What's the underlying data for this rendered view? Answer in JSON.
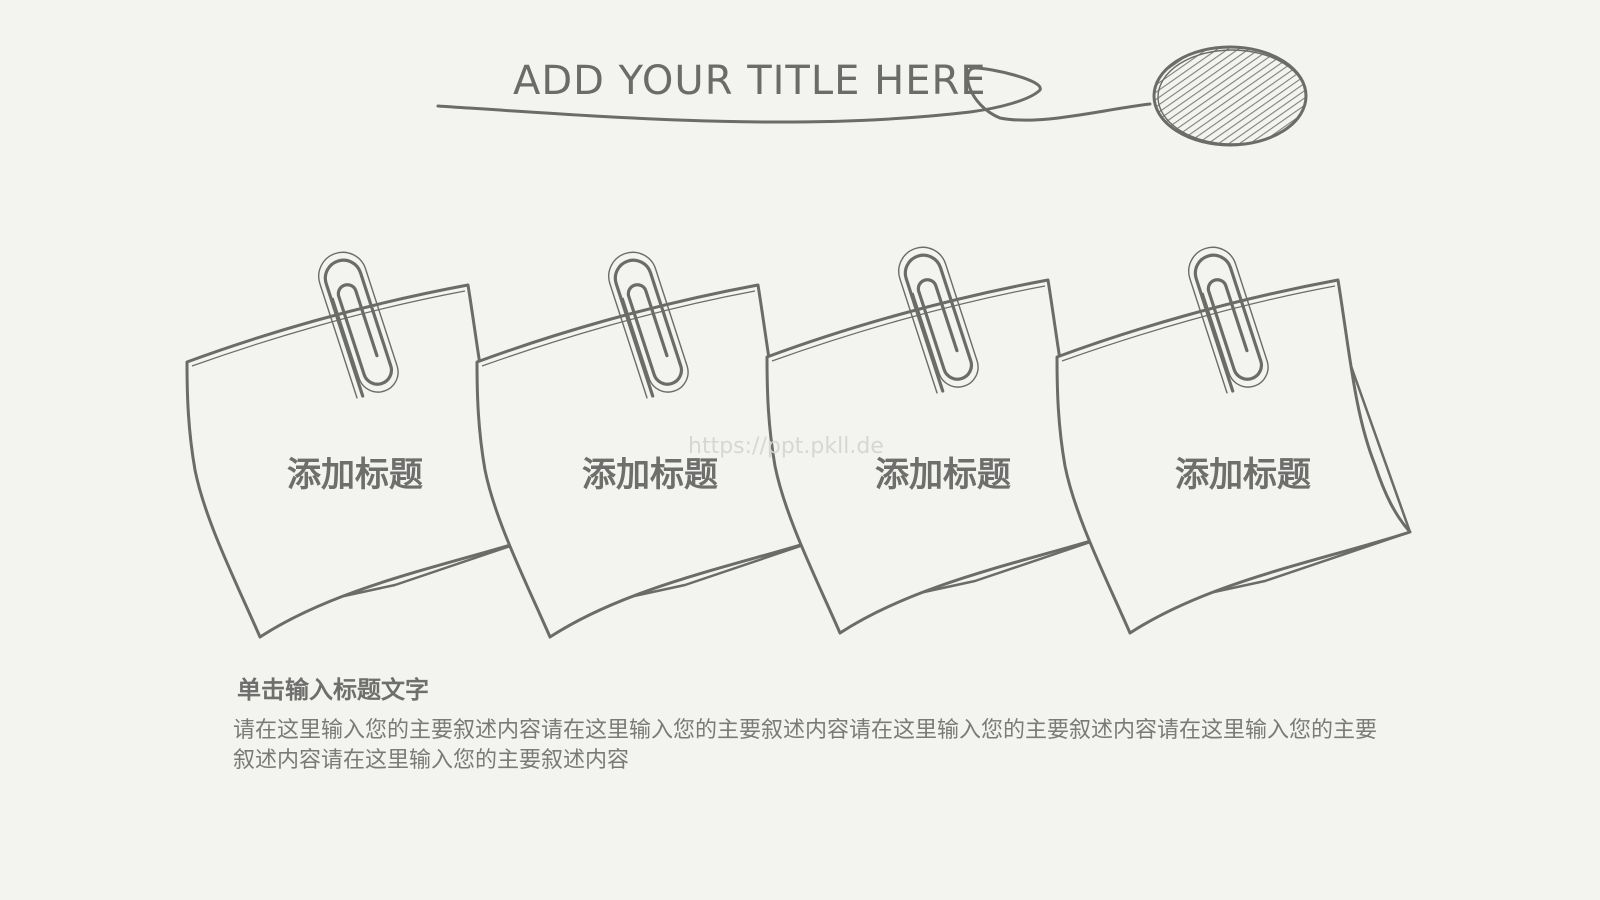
{
  "slide": {
    "title": "ADD YOUR TITLE HERE",
    "watermark": "https://ppt.pkll.de",
    "notes": [
      {
        "label": "添加标题"
      },
      {
        "label": "添加标题"
      },
      {
        "label": "添加标题"
      },
      {
        "label": "添加标题"
      }
    ],
    "body": {
      "heading": "单击输入标题文字",
      "text": "请在这里输入您的主要叙述内容请在这里输入您的主要叙述内容请在这里输入您的主要叙述内容请在这里输入您的主要叙述内容请在这里输入您的主要叙述内容"
    }
  },
  "colors": {
    "background": "#f3f4f0",
    "stroke": "#6b6b69"
  },
  "icons": [
    "oval-scribble-icon",
    "paperclip-icon"
  ]
}
